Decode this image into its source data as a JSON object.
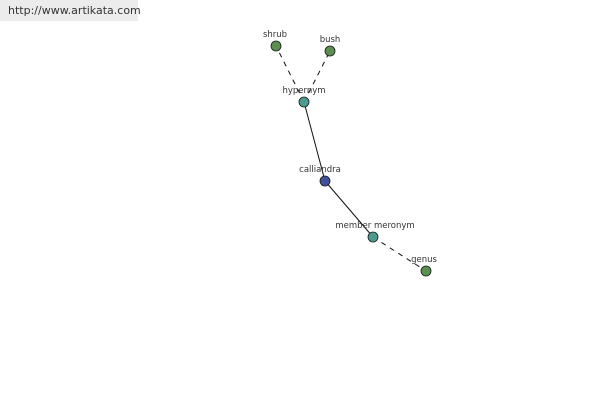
{
  "watermark": {
    "url": "http://www.artikata.com"
  },
  "colors": {
    "leaf": "#5a8f4f",
    "relation": "#4d9a8e",
    "center": "#3f4f9a",
    "edge": "#111111"
  },
  "graph": {
    "nodes": [
      {
        "id": "shrub",
        "label": "shrub",
        "kind": "leaf"
      },
      {
        "id": "bush",
        "label": "bush",
        "kind": "leaf"
      },
      {
        "id": "hypernym",
        "label": "hypernym",
        "kind": "relation"
      },
      {
        "id": "calliandra",
        "label": "calliandra",
        "kind": "center"
      },
      {
        "id": "member-meronym",
        "label": "member meronym",
        "kind": "relation"
      },
      {
        "id": "genus",
        "label": "genus",
        "kind": "leaf"
      }
    ],
    "edges": [
      {
        "from": "hypernym",
        "to": "shrub",
        "style": "dashed"
      },
      {
        "from": "hypernym",
        "to": "bush",
        "style": "dashed"
      },
      {
        "from": "calliandra",
        "to": "hypernym",
        "style": "solid"
      },
      {
        "from": "calliandra",
        "to": "member-meronym",
        "style": "solid"
      },
      {
        "from": "member-meronym",
        "to": "genus",
        "style": "dashed"
      }
    ]
  }
}
